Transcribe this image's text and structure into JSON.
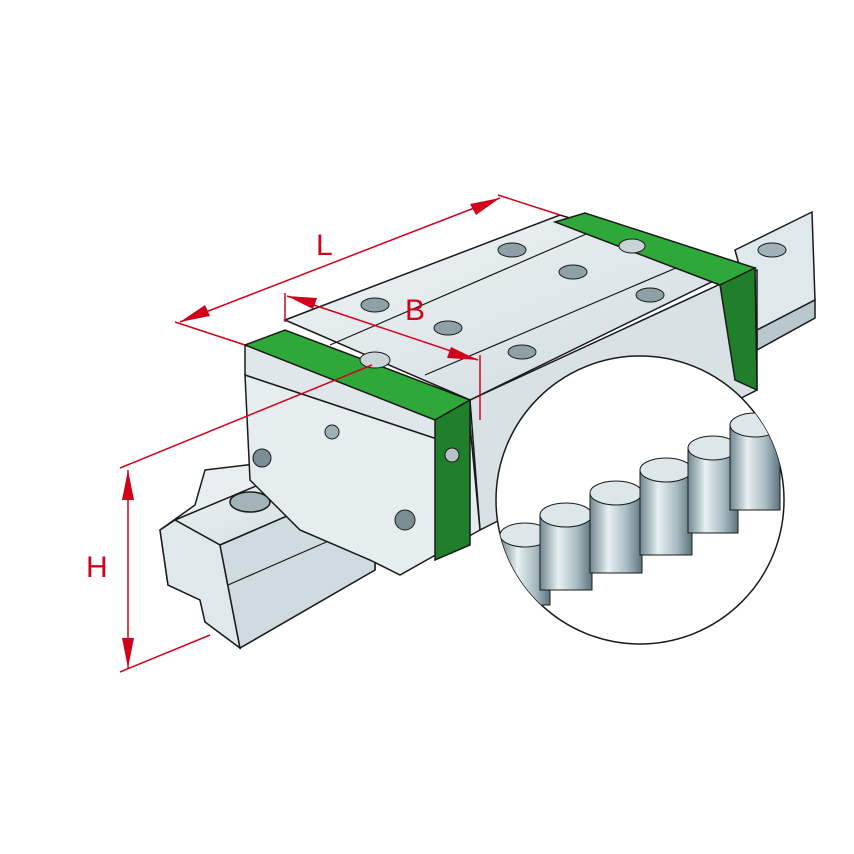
{
  "dimensions": {
    "length_label": "L",
    "width_label": "B",
    "height_label": "H"
  },
  "colors": {
    "dimension_red": "#d0021b",
    "end_cap_green": "#2fa83a",
    "steel_light": "#e4ecee",
    "steel_mid": "#c3d1d6",
    "steel_dark": "#8fa2a9",
    "outline": "#1a1a1a"
  }
}
